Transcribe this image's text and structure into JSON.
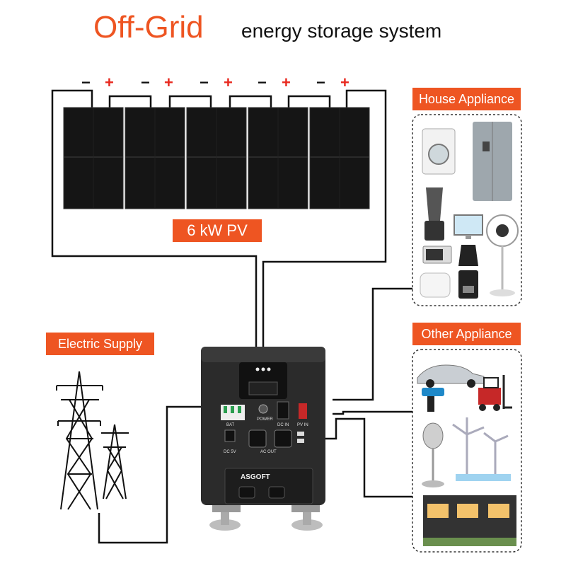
{
  "header": {
    "title": "Off-Grid",
    "subtitle": "energy storage system"
  },
  "pv": {
    "label": "6 kW PV",
    "panel_count": 5,
    "minus_symbol": "−",
    "plus_symbol": "+"
  },
  "house_appliance": {
    "label": "House Appliance",
    "icons": [
      "washing-machine-icon",
      "refrigerator-icon",
      "blender-icon",
      "monitor-icon",
      "fan-icon",
      "microwave-icon",
      "kettle-icon",
      "router-icon",
      "coffee-maker-icon"
    ]
  },
  "other_appliance": {
    "label": "Other Appliance",
    "icons": [
      "electric-car-icon",
      "drill-icon",
      "forklift-icon",
      "microphone-icon",
      "wind-turbine-icon",
      "house-icon"
    ]
  },
  "electric_supply": {
    "label": "Electric Supply"
  },
  "storage_unit": {
    "brand": "ASGOFT",
    "labels": {
      "bat": "BAT",
      "power": "POWER",
      "dc_in": "DC IN",
      "pv_in": "PV IN",
      "dc_out": "DC 5V",
      "ac_out": "AC OUT"
    }
  },
  "colors": {
    "accent": "#ee5522",
    "wire": "#111111",
    "panel": "#151515",
    "unit_body": "#2b2b2b"
  }
}
